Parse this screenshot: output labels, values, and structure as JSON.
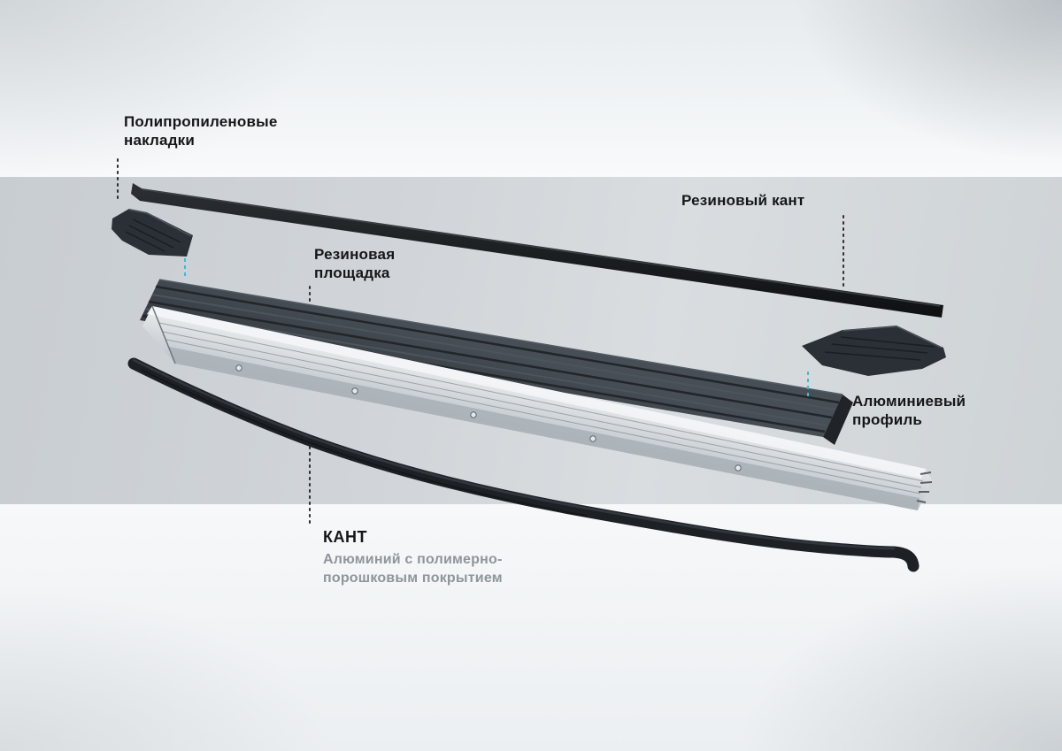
{
  "diagram": {
    "type": "exploded-parts-diagram",
    "labels": {
      "pp_pads_line1": "Полипропиленовые",
      "pp_pads_line2": "накладки",
      "rubber_edge": "Резиновый кант",
      "platform_line1": "Резиновая",
      "platform_line2": "площадка",
      "alu_line1": "Алюминиевый",
      "alu_line2": "профиль",
      "kant_title": "КАНТ",
      "kant_sub1": "Алюминий с полимерно-",
      "kant_sub2": "порошковым покрытием"
    },
    "parts": {
      "rubber_edge_strip": "Резиновый кант",
      "pp_pad_left": "Полипропиленовая накладка",
      "pp_pad_right": "Полипропиленовая накладка",
      "rubber_platform": "Резиновая площадка",
      "aluminum_profile": "Алюминиевый профиль",
      "kant_bar": "КАНТ"
    },
    "colors": {
      "assembly_guide_dashed": "#3fb9da",
      "leader_dashed": "#2b2e31",
      "label_text": "#141618",
      "kant_subtitle_text": "#8e959b",
      "dark_plastic": "#2b3036",
      "rubber_platform": "#394046",
      "aluminum_light": "#eceff1",
      "aluminum_dark": "#8d959c",
      "kant_bar": "#1d2125"
    }
  }
}
